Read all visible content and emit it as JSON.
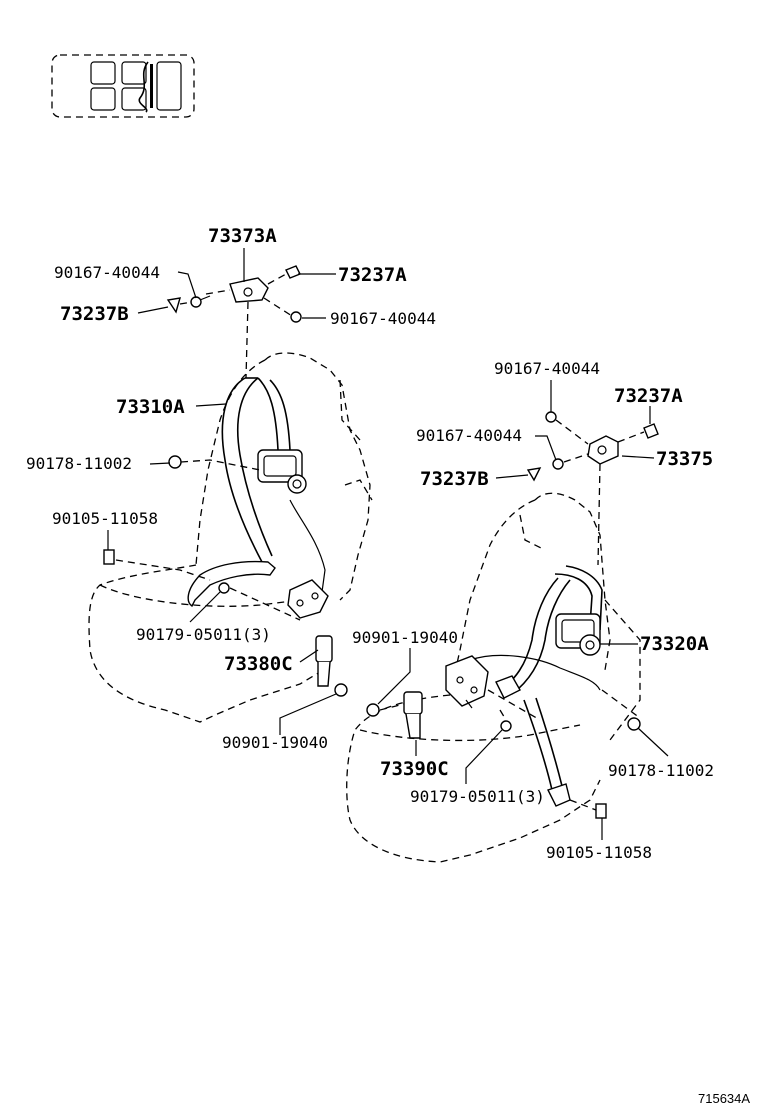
{
  "callouts": {
    "p73373A": "73373A",
    "p90167_40044_a": "90167-40044",
    "p73237A_a": "73237A",
    "p73237B_a": "73237B",
    "p90167_40044_b": "90167-40044",
    "p73310A": "73310A",
    "p90178_11002_a": "90178-11002",
    "p90105_11058_a": "90105-11058",
    "p90179_05011_a": "90179-05011(3)",
    "p73380C": "73380C",
    "p90901_19040_a": "90901-19040",
    "p90167_40044_c": "90167-40044",
    "p73237A_b": "73237A",
    "p90167_40044_d": "90167-40044",
    "p73375": "73375",
    "p73237B_b": "73237B",
    "p90901_19040_b": "90901-19040",
    "p73320A": "73320A",
    "p90178_11002_b": "90178-11002",
    "p73390C": "73390C",
    "p90179_05011_b": "90179-05011(3)",
    "p90105_11058_b": "90105-11058"
  },
  "footer_code": "715634A"
}
